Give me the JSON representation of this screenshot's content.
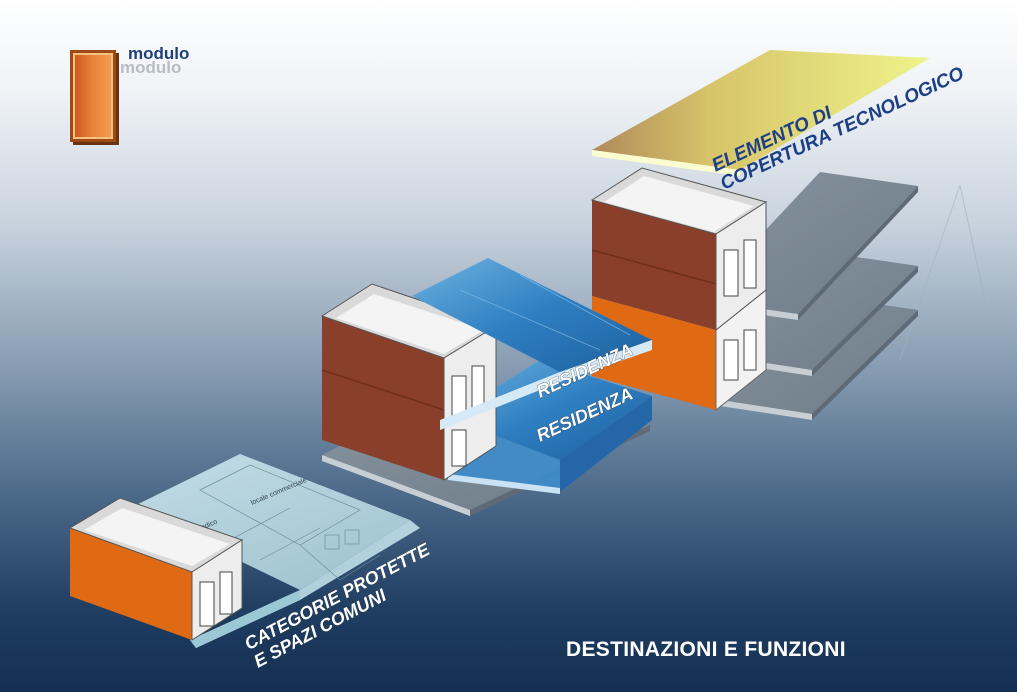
{
  "legend": {
    "label": "modulo",
    "shadow_label": "modulo",
    "swatch_color": "#e07a34"
  },
  "labels": {
    "roof_line1": "ELEMENTO DI",
    "roof_line2": "COPERTURA TECNOLOGICO",
    "residenza_upper": "RESIDENZA",
    "residenza_lower": "RESIDENZA",
    "ground_line1": "CATEGORIE PROTETTE",
    "ground_line2": "E SPAZI COMUNI",
    "plan_room1": "locale commerciale",
    "plan_room2": "studio medico"
  },
  "footer": {
    "title": "DESTINAZIONI  E FUNZIONI"
  },
  "colors": {
    "module_brown": "#8a3f2a",
    "module_orange": "#e06a14",
    "slab_gray": "#7c8a95",
    "slab_blue": "#2f7fc0",
    "roof_yellow": "#e6f07a"
  }
}
